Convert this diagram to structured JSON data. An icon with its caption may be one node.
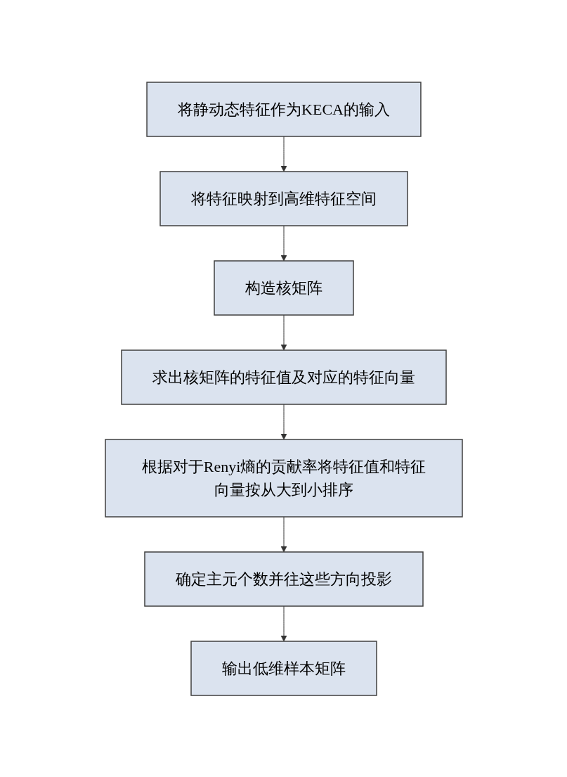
{
  "diagram": {
    "nodes": [
      {
        "text": [
          "将静动态特征作为KECA的输入"
        ]
      },
      {
        "text": [
          "将特征映射到高维特征空间"
        ]
      },
      {
        "text": [
          "构造核矩阵"
        ]
      },
      {
        "text": [
          "求出核矩阵的特征值及对应的特征向量"
        ]
      },
      {
        "text": [
          "根据对于Renyi熵的贡献率将特征值和特征向量按从大到小排序"
        ]
      },
      {
        "text": [
          "确定主元个数并往这些方向投影"
        ]
      },
      {
        "text": [
          "输出低维样本矩阵"
        ]
      }
    ],
    "edges": [
      {
        "from": 0,
        "to": 1,
        "arrow": "to"
      },
      {
        "from": 1,
        "to": 2,
        "arrow": "to"
      },
      {
        "from": 2,
        "to": 3,
        "arrow": "to"
      },
      {
        "from": 3,
        "to": 4,
        "arrow": "to"
      },
      {
        "from": 4,
        "to": 5,
        "arrow": "to"
      },
      {
        "from": 5,
        "to": 6,
        "arrow": "to"
      }
    ]
  }
}
